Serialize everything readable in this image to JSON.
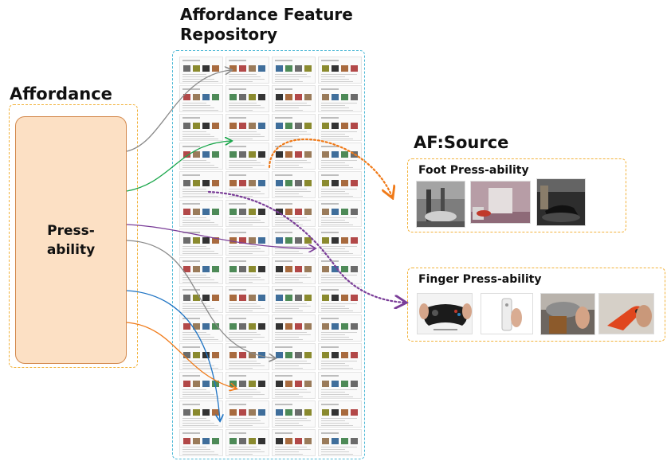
{
  "affordance": {
    "title": "Affordance",
    "node_label": "Press-\nability"
  },
  "repository": {
    "title": "Affordance Feature\nRepository"
  },
  "source": {
    "title": "AF:Source",
    "foot": {
      "label": "Foot Press-ability",
      "photo_count": 3
    },
    "finger": {
      "label": "Finger Press-ability",
      "photo_count": 4
    }
  },
  "colors": {
    "gray_arrow": "#8a8a8a",
    "green_arrow": "#19a64a",
    "purple_arrow": "#7a3d98",
    "blue_arrow": "#1f74c4",
    "orange_arrow": "#f07a18",
    "orange_dotted": "#f07a18",
    "purple_dotted": "#7a3d98"
  }
}
